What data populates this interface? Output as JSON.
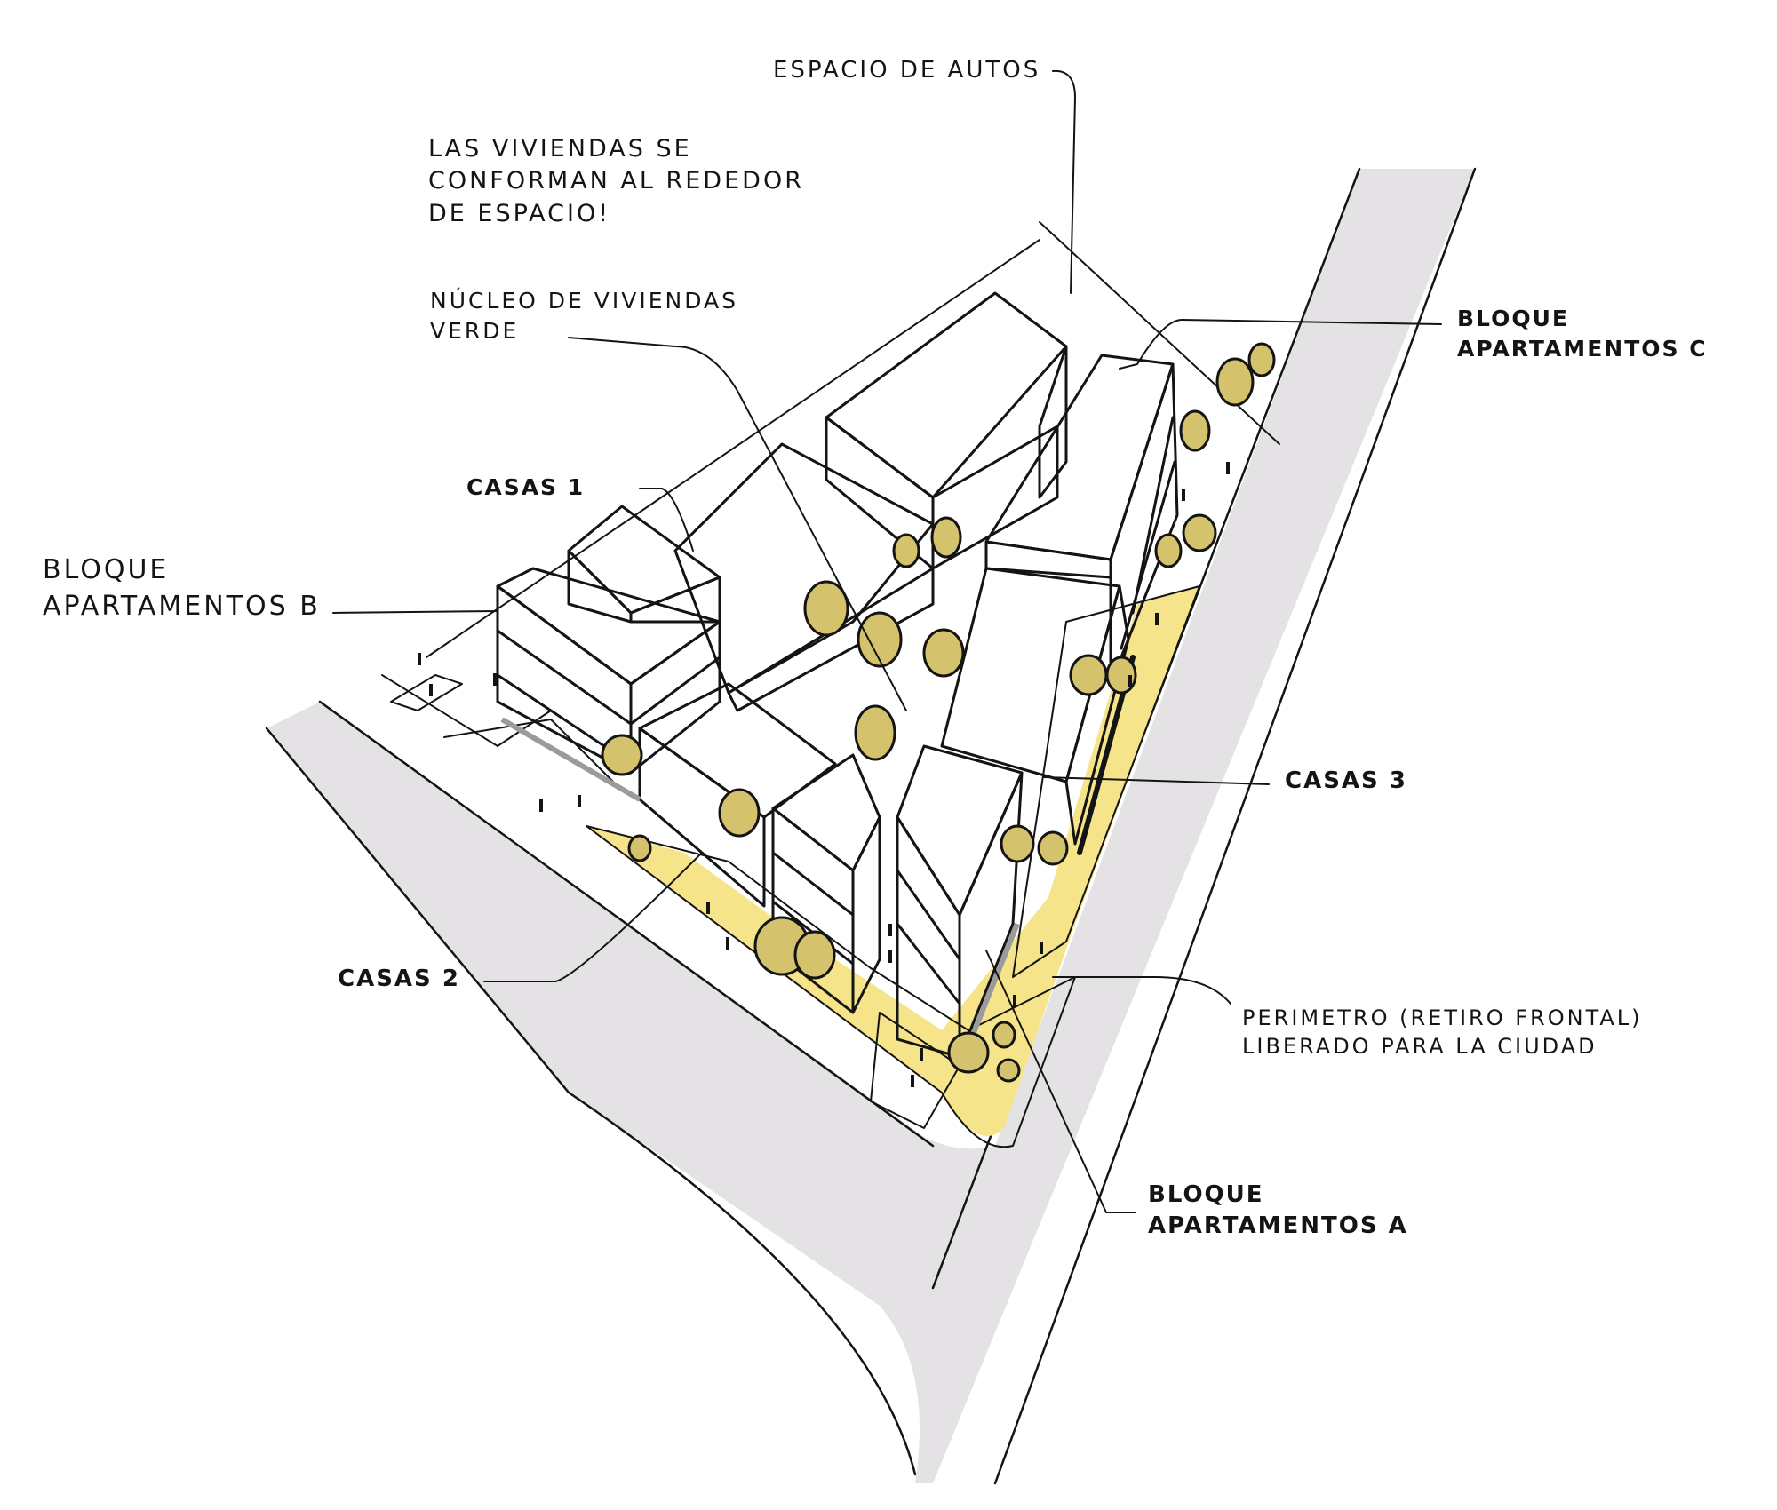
{
  "diagram": {
    "type": "axonometric urban housing sketch",
    "colors": {
      "background": "#ffffff",
      "street": "#e4e2e4",
      "perimeter_yellow": "#f6e48a",
      "roof_light_blue": "#e8f5f4",
      "facade_blue": "#d3e6e6",
      "facade_teal": "#9fc8c7",
      "houses_cream": "#f3efdc",
      "houses_side": "#e9e6c6",
      "tree_olive": "#d4c36c",
      "ink": "#141414",
      "plinth_grey": "#9b9b9b"
    }
  },
  "labels": {
    "espacio_autos": "Espacio de Autos",
    "viviendas_note": [
      "Las viviendas se",
      "conforman al rededor",
      "de espacio!"
    ],
    "nucleo_verde": [
      "Núcleo de viviendas",
      "verde"
    ],
    "bloque_c": [
      "Bloque",
      "Apartamentos C"
    ],
    "casas_1": "Casas 1",
    "bloque_b": [
      "Bloque",
      "Apartamentos B"
    ],
    "casas_3": "Casas 3",
    "casas_2": "Casas 2",
    "perimetro": [
      "Perimetro (retiro frontal)",
      "liberado para la ciudad"
    ],
    "bloque_a": [
      "Bloque",
      "Apartamentos A"
    ]
  }
}
